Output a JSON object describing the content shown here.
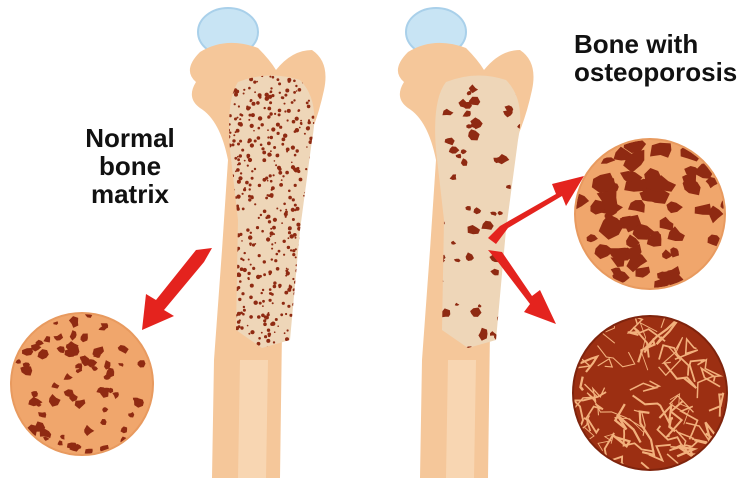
{
  "labels": {
    "normal": [
      "Normal",
      "bone",
      "matrix"
    ],
    "osteoporosis": [
      "Bone with",
      "osteoporosis"
    ]
  },
  "colors": {
    "bone": "#f5c79a",
    "bone_shadow": "#ecb27f",
    "marrow_dark": "#8f2a12",
    "cartilage": "#c8e4f4",
    "arrow": "#e4231e",
    "circle_light": "#f0a66c",
    "circle_dense": "#9c2f12"
  },
  "icons": {
    "normal_femur": "femur-icon",
    "osteoporosis_femur": "femur-icon",
    "normal_detail": "bone-cross-section-icon",
    "porous_detail": "bone-cross-section-icon",
    "fractured_detail": "bone-cross-section-icon",
    "arrows": "arrow-icon"
  }
}
